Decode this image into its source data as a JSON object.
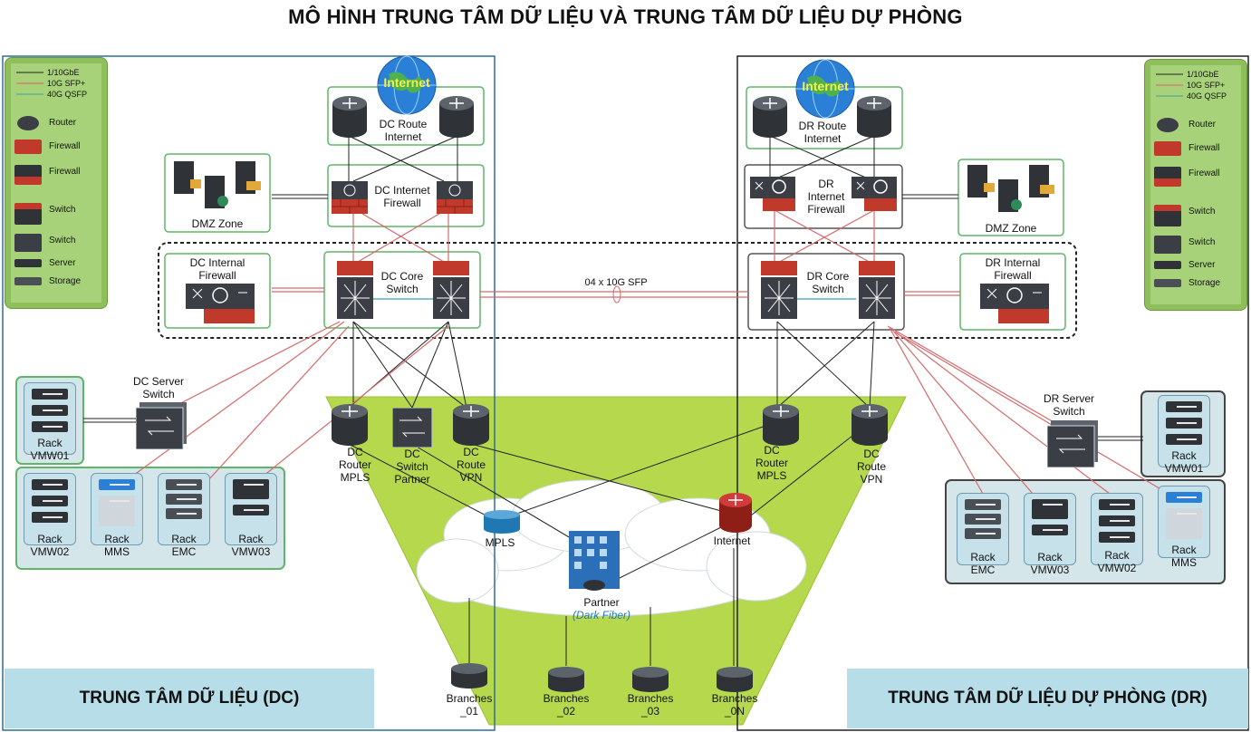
{
  "title": "MÔ HÌNH TRUNG TÂM DỮ LIỆU VÀ TRUNG TÂM DỮ LIỆU DỰ PHÒNG",
  "legend": {
    "lines": [
      "1/10GbE",
      "10G SFP+",
      "40G QSFP"
    ],
    "line_colors": [
      "#222222",
      "#e06060",
      "#39a0a0"
    ],
    "items": [
      "Router",
      "Firewall",
      "Firewall",
      "Switch",
      "Switch",
      "Server",
      "Storage"
    ]
  },
  "dc": {
    "internet": "Internet",
    "route_internet": [
      "DC Route",
      "Internet"
    ],
    "internet_firewall": [
      "DC Internet",
      "Firewall"
    ],
    "dmz": "DMZ Zone",
    "internal_firewall": [
      "DC Internal",
      "Firewall"
    ],
    "core_switch": [
      "DC Core",
      "Switch"
    ],
    "server_switch": [
      "DC Server",
      "Switch"
    ],
    "router_mpls": [
      "DC",
      "Router",
      "MPLS"
    ],
    "switch_partner": [
      "DC",
      "Switch",
      "Partner"
    ],
    "route_vpn": [
      "DC",
      "Route",
      "VPN"
    ],
    "racks": [
      [
        "Rack",
        "VMW01"
      ],
      [
        "Rack",
        "VMW02"
      ],
      [
        "Rack",
        "MMS"
      ],
      [
        "Rack",
        "EMC"
      ],
      [
        "Rack",
        "VMW03"
      ]
    ],
    "label": "TRUNG TÂM DỮ LIỆU (DC)"
  },
  "dr": {
    "internet": "Internet",
    "route_internet": [
      "DR Route",
      "Internet"
    ],
    "internet_firewall": [
      "DR",
      "Internet",
      "Firewall"
    ],
    "dmz": "DMZ Zone",
    "internal_firewall": [
      "DR Internal",
      "Firewall"
    ],
    "core_switch": [
      "DR Core",
      "Switch"
    ],
    "server_switch": [
      "DR Server",
      "Switch"
    ],
    "router_mpls": [
      "DC",
      "Router",
      "MPLS"
    ],
    "route_vpn": [
      "DC",
      "Route",
      "VPN"
    ],
    "racks": [
      [
        "Rack",
        "VMW01"
      ],
      [
        "Rack",
        "EMC"
      ],
      [
        "Rack",
        "VMW03"
      ],
      [
        "Rack",
        "VMW02"
      ],
      [
        "Rack",
        "MMS"
      ]
    ],
    "label": "TRUNG TÂM DỮ LIỆU DỰ PHÒNG (DR)"
  },
  "link_label": "04 x 10G SFP",
  "cloud": {
    "mpls": "MPLS",
    "internet": "Internet",
    "partner": "Partner",
    "partner_sub": "(Dark Fiber)"
  },
  "branches": [
    [
      "Branches",
      "_01"
    ],
    [
      "Branches",
      "_02"
    ],
    [
      "Branches",
      "_03"
    ],
    [
      "Branches",
      "_0N"
    ]
  ],
  "colors": {
    "green_zone": "#b5d84d",
    "box_border": "#5fb56a",
    "dc_border": "#2f6f9a",
    "dr_border": "#222222",
    "red_link": "#d46a6a",
    "bottom_box": "#b7dde8"
  }
}
